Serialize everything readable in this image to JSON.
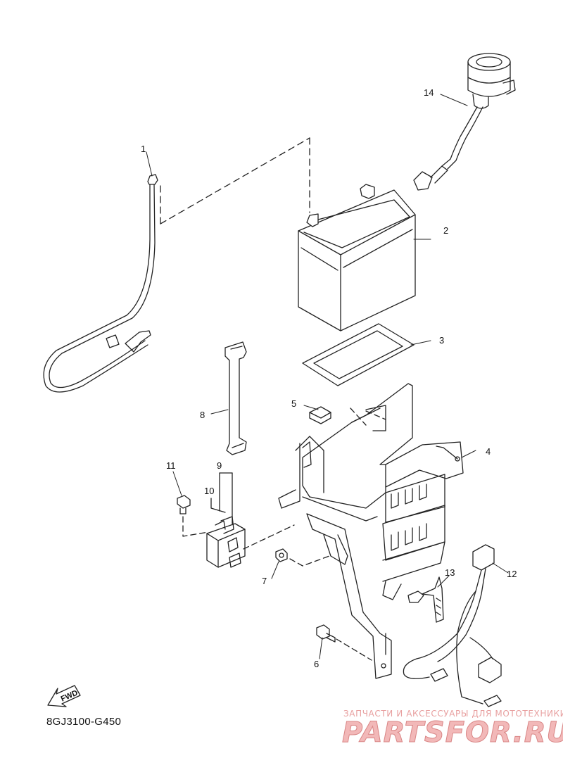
{
  "diagram": {
    "callouts": [
      {
        "id": "1",
        "label": "1"
      },
      {
        "id": "2",
        "label": "2"
      },
      {
        "id": "3",
        "label": "3"
      },
      {
        "id": "4",
        "label": "4"
      },
      {
        "id": "5",
        "label": "5"
      },
      {
        "id": "6",
        "label": "6"
      },
      {
        "id": "7",
        "label": "7"
      },
      {
        "id": "8",
        "label": "8"
      },
      {
        "id": "9",
        "label": "9"
      },
      {
        "id": "10",
        "label": "10"
      },
      {
        "id": "11",
        "label": "11"
      },
      {
        "id": "12",
        "label": "12"
      },
      {
        "id": "13",
        "label": "13"
      },
      {
        "id": "14",
        "label": "14"
      }
    ],
    "fwd_label": "FWD",
    "drawing_code": "8GJ3100-G450"
  },
  "watermark": {
    "caption": "ЗАПЧАСТИ И АКСЕССУАРЫ ДЛЯ МОТОТЕХНИКИ",
    "logo": "PARTSFOR.RU"
  }
}
